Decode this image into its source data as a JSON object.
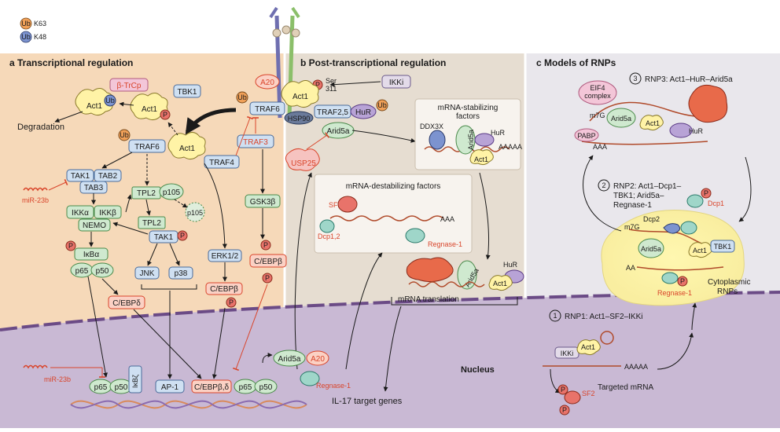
{
  "legend": {
    "k63": "K63",
    "k48": "K48",
    "ub": "Ub"
  },
  "panels": {
    "a": "a  Transcriptional regulation",
    "b": "b  Post-transcriptional regulation",
    "c": "c  Models of RNPs"
  },
  "proteins": {
    "btrcp": "β-TrCp",
    "tbk1": "TBK1",
    "act1": "Act1",
    "a20": "A20",
    "traf6": "TRAF6",
    "traf3": "TRAF3",
    "traf4": "TRAF4",
    "traf25": "TRAF2,5",
    "hur": "HuR",
    "hsp90": "HSP90",
    "usp25": "USP25",
    "ikki": "IKKi",
    "ser311": "Ser\n311",
    "arid5a": "Arid5a",
    "tak1": "TAK1",
    "tab2": "TAB2",
    "tab3": "TAB3",
    "ikka": "IKKα",
    "ikkb": "IKKβ",
    "nemo": "NEMO",
    "ikba": "IκBα",
    "p65": "p65",
    "p50": "p50",
    "tpl2": "TPL2",
    "p105": "p105",
    "jnk": "JNK",
    "p38": "p38",
    "erk": "ERK1/2",
    "gsk3b": "GSK3β",
    "cebpb": "C/EBPβ",
    "cebpd": "C/EBPδ",
    "cebpbd": "C/EBPβ,δ",
    "ap1": "AP-1",
    "ikbz": "IκBζ",
    "regnase": "Regnase-1",
    "ddx3x": "DDX3X",
    "sf2": "SF2",
    "dcp12": "Dcp1,2",
    "dcp1": "Dcp1",
    "dcp2": "Dcp2",
    "eif4": "EIF4\ncomplex",
    "pabp": "PABP",
    "p": "P"
  },
  "labels": {
    "degradation": "Degradation",
    "mir23b": "miR-23b",
    "stabilizing": "mRNA-stabilizing\nfactors",
    "destabilizing": "mRNA-destabilizing factors",
    "translation": "mRNA translation",
    "nucleus": "Nucleus",
    "il17genes": "IL-17 target genes",
    "aaaaa": "AAAAA",
    "aaa": "AAA",
    "aa": "AA",
    "m7g": "m7G",
    "rnp1": "RNP1: Act1–SF2–IKKi",
    "rnp2": "RNP2: Act1–Dcp1–\nTBK1; Arid5a–\nRegnase-1",
    "rnp3": "RNP3: Act1–HuR–Arid5a",
    "cytoplasmic": "Cytoplasmic\nRNPs",
    "targeted": "Targeted mRNA",
    "n1": "1",
    "n2": "2",
    "n3": "3"
  },
  "colors": {
    "panelA": "#f6d9b9",
    "panelB": "#e6ddd1",
    "panelC": "#e9e7ec",
    "nucleus": "#c9b9d4",
    "act1": "#fff3a6",
    "blueBox": "#cfe0f2",
    "greenBox": "#cfe9cf",
    "red": "#d9452b",
    "pink": "#f3c6d8",
    "teal": "#9fd6c9",
    "purple": "#b8a3d6"
  }
}
